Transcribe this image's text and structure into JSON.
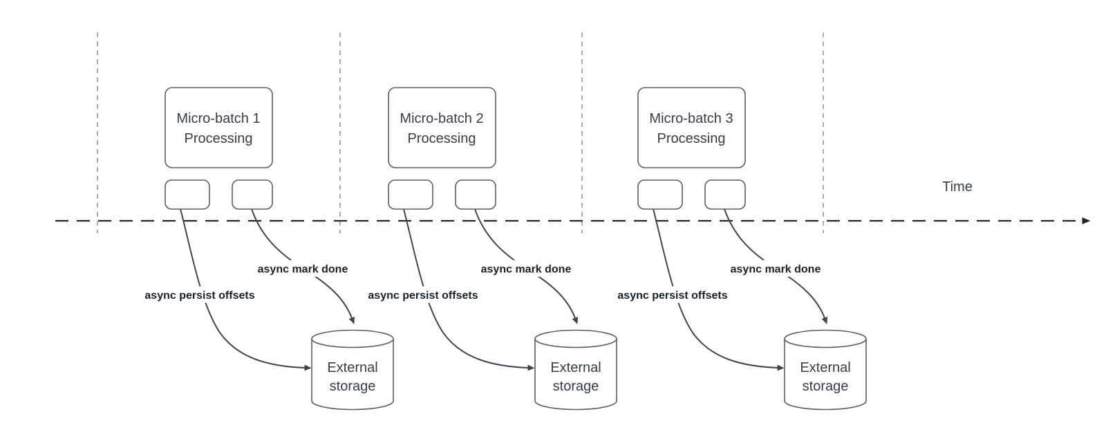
{
  "diagram": {
    "type": "micro-batch-timeline-flow",
    "time_axis": {
      "label": "Time"
    },
    "batches": [
      {
        "title_line1": "Micro-batch 1",
        "title_line2": "Processing",
        "persist_arrow_label": "async persist offsets",
        "done_arrow_label": "async mark done",
        "storage_line1": "External",
        "storage_line2": "storage"
      },
      {
        "title_line1": "Micro-batch 2",
        "title_line2": "Processing",
        "persist_arrow_label": "async persist offsets",
        "done_arrow_label": "async mark done",
        "storage_line1": "External",
        "storage_line2": "storage"
      },
      {
        "title_line1": "Micro-batch 3",
        "title_line2": "Processing",
        "persist_arrow_label": "async persist offsets",
        "done_arrow_label": "async mark done",
        "storage_line1": "External",
        "storage_line2": "storage"
      }
    ],
    "icons": [
      {
        "name": "external-storage-cylinder-icon"
      },
      {
        "name": "right-arrowhead-icon"
      },
      {
        "name": "down-arrowhead-icon"
      }
    ],
    "colors": {
      "background": "#ffffff",
      "box_border": "#565e68",
      "connector": "#3e4551",
      "timeline": "#21272f",
      "guide": "#a9adb3",
      "box_text": "#363d47",
      "label_text": "#1a1f27"
    }
  }
}
